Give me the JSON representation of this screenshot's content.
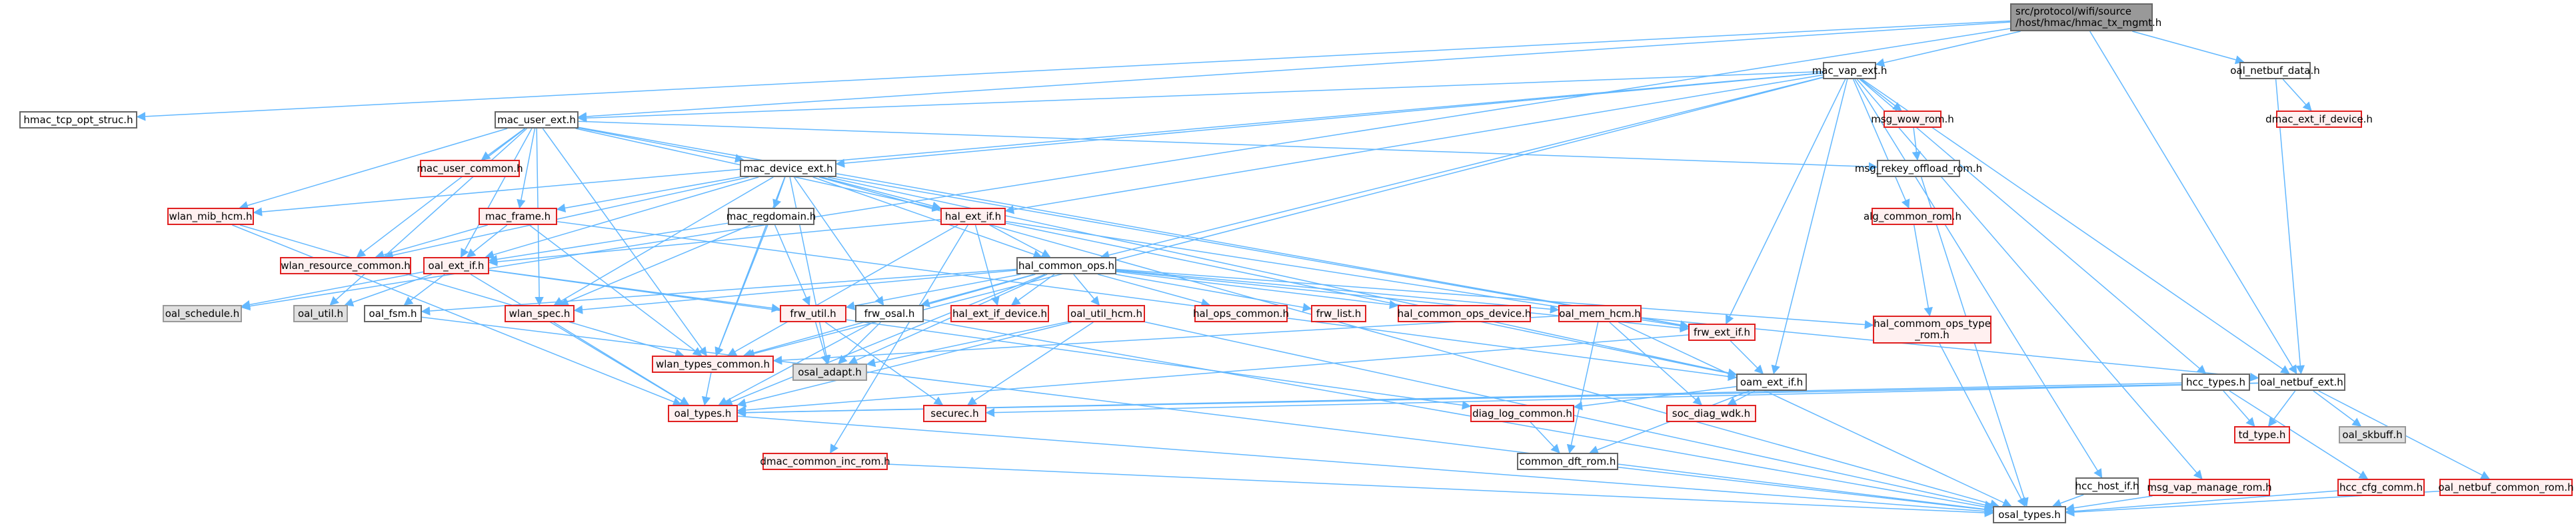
{
  "title": "Include dependency graph for hmac_tx_mgmt.h",
  "colors": {
    "edge": "#63b8ff",
    "red_border": "#e02020",
    "red_fill": "#fff0f0",
    "gray_fill": "#e0e0e0",
    "root_fill": "#999999"
  },
  "nodes": [
    {
      "id": "root",
      "label": "src/protocol/wifi/source\n/host/hmac/hmac_tx_mgmt.h",
      "style": "root"
    },
    {
      "id": "mac_vap_ext",
      "label": "mac_vap_ext.h",
      "style": "plain"
    },
    {
      "id": "oal_netbuf_data",
      "label": "oal_netbuf_data.h",
      "style": "plain"
    },
    {
      "id": "hmac_tcp_opt_struc",
      "label": "hmac_tcp_opt_struc.h",
      "style": "plain"
    },
    {
      "id": "mac_user_ext",
      "label": "mac_user_ext.h",
      "style": "plain"
    },
    {
      "id": "msg_wow_rom",
      "label": "msg_wow_rom.h",
      "style": "red"
    },
    {
      "id": "dmac_ext_if_device",
      "label": "dmac_ext_if_device.h",
      "style": "red"
    },
    {
      "id": "mac_user_common",
      "label": "mac_user_common.h",
      "style": "red"
    },
    {
      "id": "mac_device_ext",
      "label": "mac_device_ext.h",
      "style": "plain"
    },
    {
      "id": "msg_rekey_offload_rom",
      "label": "msg_rekey_offload_rom.h",
      "style": "plain"
    },
    {
      "id": "wlan_mib_hcm",
      "label": "wlan_mib_hcm.h",
      "style": "red"
    },
    {
      "id": "mac_frame",
      "label": "mac_frame.h",
      "style": "red"
    },
    {
      "id": "mac_regdomain",
      "label": "mac_regdomain.h",
      "style": "plain"
    },
    {
      "id": "hal_ext_if",
      "label": "hal_ext_if.h",
      "style": "red"
    },
    {
      "id": "alg_common_rom",
      "label": "alg_common_rom.h",
      "style": "red"
    },
    {
      "id": "wlan_resource_common",
      "label": "wlan_resource_common.h",
      "style": "red"
    },
    {
      "id": "oal_ext_if",
      "label": "oal_ext_if.h",
      "style": "red"
    },
    {
      "id": "hal_common_ops",
      "label": "hal_common_ops.h",
      "style": "plain"
    },
    {
      "id": "hal_commom_ops_type_rom",
      "label": "hal_commom_ops_type\n_rom.h",
      "style": "red"
    },
    {
      "id": "oal_schedule",
      "label": "oal_schedule.h",
      "style": "gray"
    },
    {
      "id": "oal_util",
      "label": "oal_util.h",
      "style": "gray"
    },
    {
      "id": "oal_fsm",
      "label": "oal_fsm.h",
      "style": "plain"
    },
    {
      "id": "wlan_spec",
      "label": "wlan_spec.h",
      "style": "red"
    },
    {
      "id": "frw_util",
      "label": "frw_util.h",
      "style": "red"
    },
    {
      "id": "frw_osal",
      "label": "frw_osal.h",
      "style": "plain"
    },
    {
      "id": "hal_ext_if_device",
      "label": "hal_ext_if_device.h",
      "style": "red"
    },
    {
      "id": "oal_util_hcm",
      "label": "oal_util_hcm.h",
      "style": "red"
    },
    {
      "id": "hal_ops_common",
      "label": "hal_ops_common.h",
      "style": "red"
    },
    {
      "id": "frw_list",
      "label": "frw_list.h",
      "style": "red"
    },
    {
      "id": "hal_common_ops_device",
      "label": "hal_common_ops_device.h",
      "style": "red"
    },
    {
      "id": "oal_mem_hcm",
      "label": "oal_mem_hcm.h",
      "style": "red"
    },
    {
      "id": "frw_ext_if",
      "label": "frw_ext_if.h",
      "style": "red"
    },
    {
      "id": "wlan_types_common",
      "label": "wlan_types_common.h",
      "style": "red"
    },
    {
      "id": "osal_adapt",
      "label": "osal_adapt.h",
      "style": "gray"
    },
    {
      "id": "oam_ext_if",
      "label": "oam_ext_if.h",
      "style": "plain"
    },
    {
      "id": "hcc_types",
      "label": "hcc_types.h",
      "style": "plain"
    },
    {
      "id": "oal_netbuf_ext",
      "label": "oal_netbuf_ext.h",
      "style": "plain"
    },
    {
      "id": "oal_types",
      "label": "oal_types.h",
      "style": "red"
    },
    {
      "id": "securec",
      "label": "securec.h",
      "style": "red"
    },
    {
      "id": "diag_log_common",
      "label": "diag_log_common.h",
      "style": "red"
    },
    {
      "id": "soc_diag_wdk",
      "label": "soc_diag_wdk.h",
      "style": "red"
    },
    {
      "id": "td_type",
      "label": "td_type.h",
      "style": "red"
    },
    {
      "id": "oal_skbuff",
      "label": "oal_skbuff.h",
      "style": "gray"
    },
    {
      "id": "dmac_common_inc_rom",
      "label": "dmac_common_inc_rom.h",
      "style": "red"
    },
    {
      "id": "common_dft_rom",
      "label": "common_dft_rom.h",
      "style": "plain"
    },
    {
      "id": "hcc_host_if",
      "label": "hcc_host_if.h",
      "style": "plain"
    },
    {
      "id": "msg_vap_manage_rom",
      "label": "msg_vap_manage_rom.h",
      "style": "red"
    },
    {
      "id": "hcc_cfg_comm",
      "label": "hcc_cfg_comm.h",
      "style": "red"
    },
    {
      "id": "oal_netbuf_common_rom",
      "label": "oal_netbuf_common_rom.h",
      "style": "red"
    },
    {
      "id": "osal_types",
      "label": "osal_types.h",
      "style": "plain"
    }
  ],
  "edges": [
    [
      "root",
      "mac_vap_ext"
    ],
    [
      "root",
      "oal_netbuf_data"
    ],
    [
      "root",
      "hmac_tcp_opt_struc"
    ],
    [
      "root",
      "mac_user_ext"
    ],
    [
      "root",
      "oal_schedule"
    ],
    [
      "root",
      "oal_netbuf_ext"
    ],
    [
      "mac_vap_ext",
      "mac_user_ext"
    ],
    [
      "mac_vap_ext",
      "msg_wow_rom"
    ],
    [
      "mac_vap_ext",
      "mac_device_ext"
    ],
    [
      "mac_vap_ext",
      "hal_ext_if"
    ],
    [
      "mac_vap_ext",
      "alg_common_rom"
    ],
    [
      "mac_vap_ext",
      "hal_common_ops"
    ],
    [
      "mac_vap_ext",
      "frw_ext_if"
    ],
    [
      "mac_vap_ext",
      "oam_ext_if"
    ],
    [
      "mac_vap_ext",
      "hcc_types"
    ],
    [
      "mac_vap_ext",
      "oal_netbuf_ext"
    ],
    [
      "mac_vap_ext",
      "hcc_host_if"
    ],
    [
      "mac_vap_ext",
      "msg_vap_manage_rom"
    ],
    [
      "mac_vap_ext",
      "wlan_mib_hcm"
    ],
    [
      "mac_vap_ext",
      "wlan_types_common"
    ],
    [
      "oal_netbuf_data",
      "dmac_ext_if_device"
    ],
    [
      "oal_netbuf_data",
      "oal_netbuf_ext"
    ],
    [
      "mac_user_ext",
      "mac_user_common"
    ],
    [
      "mac_user_ext",
      "mac_device_ext"
    ],
    [
      "mac_user_ext",
      "msg_rekey_offload_rom"
    ],
    [
      "mac_user_ext",
      "wlan_mib_hcm"
    ],
    [
      "mac_user_ext",
      "mac_frame"
    ],
    [
      "mac_user_ext",
      "hal_ext_if"
    ],
    [
      "mac_user_ext",
      "wlan_resource_common"
    ],
    [
      "mac_user_ext",
      "oal_ext_if"
    ],
    [
      "mac_user_ext",
      "wlan_spec"
    ],
    [
      "mac_user_ext",
      "wlan_types_common"
    ],
    [
      "mac_user_ext",
      "oal_util"
    ],
    [
      "mac_user_ext",
      "frw_ext_if"
    ],
    [
      "msg_wow_rom",
      "msg_rekey_offload_rom"
    ],
    [
      "msg_rekey_offload_rom",
      "osal_types"
    ],
    [
      "mac_device_ext",
      "mac_frame"
    ],
    [
      "mac_device_ext",
      "mac_regdomain"
    ],
    [
      "mac_device_ext",
      "hal_ext_if"
    ],
    [
      "mac_device_ext",
      "wlan_resource_common"
    ],
    [
      "mac_device_ext",
      "oal_ext_if"
    ],
    [
      "mac_device_ext",
      "hal_common_ops"
    ],
    [
      "mac_device_ext",
      "wlan_spec"
    ],
    [
      "mac_device_ext",
      "frw_osal"
    ],
    [
      "mac_device_ext",
      "wlan_types_common"
    ],
    [
      "mac_device_ext",
      "osal_adapt"
    ],
    [
      "mac_device_ext",
      "frw_ext_if"
    ],
    [
      "mac_device_ext",
      "oam_ext_if"
    ],
    [
      "mac_device_ext",
      "osal_types"
    ],
    [
      "wlan_mib_hcm",
      "wlan_types_common"
    ],
    [
      "wlan_mib_hcm",
      "oal_types"
    ],
    [
      "mac_frame",
      "wlan_resource_common"
    ],
    [
      "mac_frame",
      "oal_ext_if"
    ],
    [
      "mac_frame",
      "wlan_types_common"
    ],
    [
      "mac_frame",
      "oam_ext_if"
    ],
    [
      "mac_regdomain",
      "oal_ext_if"
    ],
    [
      "mac_regdomain",
      "wlan_spec"
    ],
    [
      "mac_regdomain",
      "frw_util"
    ],
    [
      "mac_regdomain",
      "wlan_types_common"
    ],
    [
      "hal_ext_if",
      "oal_ext_if"
    ],
    [
      "hal_ext_if",
      "hal_common_ops"
    ],
    [
      "hal_ext_if",
      "hal_ext_if_device"
    ],
    [
      "hal_ext_if",
      "frw_ext_if"
    ],
    [
      "hal_ext_if",
      "oam_ext_if"
    ],
    [
      "hal_ext_if",
      "wlan_types_common"
    ],
    [
      "hal_ext_if",
      "dmac_common_inc_rom"
    ],
    [
      "alg_common_rom",
      "hal_commom_ops_type_rom"
    ],
    [
      "oal_ext_if",
      "oal_schedule"
    ],
    [
      "oal_ext_if",
      "oal_util"
    ],
    [
      "oal_ext_if",
      "oal_fsm"
    ],
    [
      "oal_ext_if",
      "frw_util"
    ],
    [
      "oal_ext_if",
      "oal_types"
    ],
    [
      "oal_ext_if",
      "diag_log_common"
    ],
    [
      "hal_common_ops",
      "wlan_spec"
    ],
    [
      "hal_common_ops",
      "frw_util"
    ],
    [
      "hal_common_ops",
      "frw_osal"
    ],
    [
      "hal_common_ops",
      "hal_ext_if_device"
    ],
    [
      "hal_common_ops",
      "oal_util_hcm"
    ],
    [
      "hal_common_ops",
      "hal_ops_common"
    ],
    [
      "hal_common_ops",
      "frw_list"
    ],
    [
      "hal_common_ops",
      "hal_common_ops_device"
    ],
    [
      "hal_common_ops",
      "oal_mem_hcm"
    ],
    [
      "hal_common_ops",
      "frw_ext_if"
    ],
    [
      "hal_common_ops",
      "hal_commom_ops_type_rom"
    ],
    [
      "hal_common_ops",
      "wlan_types_common"
    ],
    [
      "hal_common_ops",
      "osal_adapt"
    ],
    [
      "hal_common_ops",
      "oal_types"
    ],
    [
      "hal_common_ops",
      "oal_fsm"
    ],
    [
      "hal_commom_ops_type_rom",
      "osal_types"
    ],
    [
      "oal_fsm",
      "osal_types"
    ],
    [
      "wlan_spec",
      "oal_types"
    ],
    [
      "frw_util",
      "osal_adapt"
    ],
    [
      "frw_util",
      "securec"
    ],
    [
      "frw_osal",
      "osal_adapt"
    ],
    [
      "frw_osal",
      "oal_types"
    ],
    [
      "frw_osal",
      "osal_types"
    ],
    [
      "oal_util_hcm",
      "osal_adapt"
    ],
    [
      "oal_util_hcm",
      "oal_types"
    ],
    [
      "oal_util_hcm",
      "securec"
    ],
    [
      "oal_util_hcm",
      "osal_types"
    ],
    [
      "oal_mem_hcm",
      "wlan_types_common"
    ],
    [
      "oal_mem_hcm",
      "soc_diag_wdk"
    ],
    [
      "oal_mem_hcm",
      "common_dft_rom"
    ],
    [
      "oal_mem_hcm",
      "osal_types"
    ],
    [
      "oal_mem_hcm",
      "oal_netbuf_ext"
    ],
    [
      "frw_ext_if",
      "oam_ext_if"
    ],
    [
      "frw_ext_if",
      "oal_types"
    ],
    [
      "wlan_types_common",
      "oal_types"
    ],
    [
      "oam_ext_if",
      "diag_log_common"
    ],
    [
      "oam_ext_if",
      "soc_diag_wdk"
    ],
    [
      "oam_ext_if",
      "common_dft_rom"
    ],
    [
      "hcc_types",
      "td_type"
    ],
    [
      "hcc_types",
      "hcc_cfg_comm"
    ],
    [
      "hcc_types",
      "oal_types"
    ],
    [
      "oal_netbuf_ext",
      "td_type"
    ],
    [
      "oal_netbuf_ext",
      "oal_skbuff"
    ],
    [
      "oal_netbuf_ext",
      "oal_netbuf_common_rom"
    ],
    [
      "oal_netbuf_ext",
      "oal_types"
    ],
    [
      "oal_netbuf_ext",
      "securec"
    ],
    [
      "oal_types",
      "osal_types"
    ],
    [
      "diag_log_common",
      "common_dft_rom"
    ],
    [
      "dmac_common_inc_rom",
      "osal_types"
    ],
    [
      "common_dft_rom",
      "osal_types"
    ],
    [
      "hcc_host_if",
      "osal_types"
    ],
    [
      "msg_vap_manage_rom",
      "osal_types"
    ],
    [
      "hcc_cfg_comm",
      "osal_types"
    ],
    [
      "oal_netbuf_common_rom",
      "osal_types"
    ]
  ]
}
